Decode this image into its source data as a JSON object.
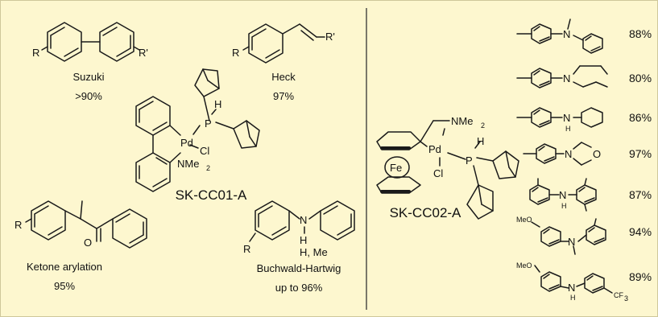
{
  "colors": {
    "background": "#fdf7cf",
    "border": "#cfc79a",
    "divider": "#333333"
  },
  "reactions": [
    {
      "id": "suzuki",
      "name": "Suzuki",
      "yield": ">90%",
      "substituents": [
        "R",
        "R'"
      ]
    },
    {
      "id": "heck",
      "name": "Heck",
      "yield": "97%",
      "substituents": [
        "R",
        "R'"
      ]
    },
    {
      "id": "ketone",
      "name": "Ketone arylation",
      "yield": "95%",
      "substituents": [
        "R",
        "O"
      ]
    },
    {
      "id": "buchwald",
      "name": "Buchwald-Hartwig",
      "yield": "up to 96%",
      "substituents": [
        "R",
        "N",
        "H",
        "H, Me"
      ]
    }
  ],
  "catalyst1": {
    "name": "SK-CC01-A",
    "atoms": [
      "Pd",
      "P",
      "H",
      "Cl",
      "NMe",
      "2"
    ]
  },
  "catalyst2": {
    "name": "SK-CC02-A",
    "atoms": [
      "Fe",
      "Pd",
      "P",
      "H",
      "Cl",
      "NMe",
      "2"
    ]
  },
  "products": [
    {
      "id": "p1",
      "yield": "88%",
      "atoms": [
        "N"
      ]
    },
    {
      "id": "p2",
      "yield": "80%",
      "atoms": [
        "N"
      ]
    },
    {
      "id": "p3",
      "yield": "86%",
      "atoms": [
        "N",
        "H"
      ]
    },
    {
      "id": "p4",
      "yield": "97%",
      "atoms": [
        "N",
        "O"
      ]
    },
    {
      "id": "p5",
      "yield": "87%",
      "atoms": [
        "N",
        "H"
      ]
    },
    {
      "id": "p6",
      "yield": "94%",
      "atoms": [
        "MeO",
        "N"
      ]
    },
    {
      "id": "p7",
      "yield": "89%",
      "atoms": [
        "MeO",
        "N",
        "H",
        "CF",
        "3"
      ]
    }
  ]
}
